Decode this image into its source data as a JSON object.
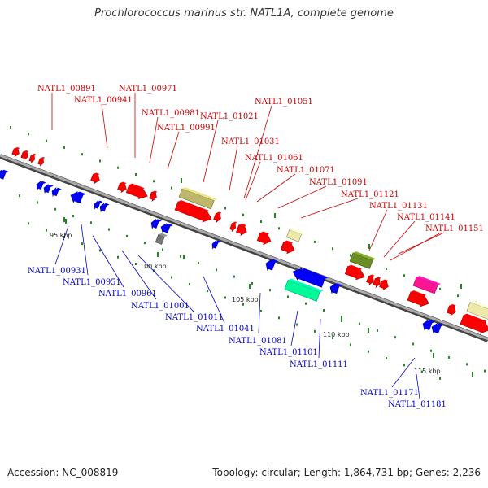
{
  "title": "Prochlorococcus marinus str. NATL1A, complete genome",
  "footer": {
    "accession": "Accession: NC_008819",
    "summary": "Topology: circular; Length: 1,864,731 bp; Genes: 2,236"
  },
  "colors": {
    "forward": "#ff0000",
    "reverse": "#0000ff",
    "backbone": "#888888",
    "tick_mark": "#228822",
    "olive": "#bdb76b",
    "khaki": "#eee8aa",
    "dark_olive": "#6b8e23",
    "magenta": "#ff1493",
    "aquamarine": "#00fa9a",
    "gray": "#777777"
  },
  "ticks": [
    "95 kbp",
    "100 kbp",
    "105 kbp",
    "110 kbp",
    "115 kbp"
  ],
  "genes_forward": [
    "NATL1_00891",
    "NATL1_00941",
    "NATL1_00971",
    "NATL1_00981",
    "NATL1_00991",
    "NATL1_01021",
    "NATL1_01031",
    "NATL1_01051",
    "NATL1_01061",
    "NATL1_01071",
    "NATL1_01091",
    "NATL1_01121",
    "NATL1_01131",
    "NATL1_01141",
    "NATL1_01151"
  ],
  "genes_reverse": [
    "NATL1_00931",
    "NATL1_00951",
    "NATL1_00961",
    "NATL1_01001",
    "NATL1_01011",
    "NATL1_01041",
    "NATL1_01081",
    "NATL1_01101",
    "NATL1_01111",
    "NATL1_01171",
    "NATL1_01181"
  ]
}
